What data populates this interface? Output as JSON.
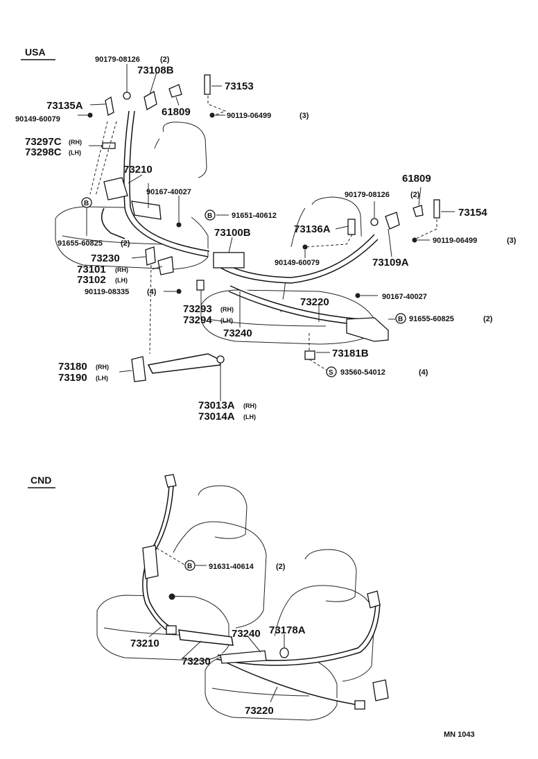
{
  "sections": {
    "usa": "USA",
    "cnd": "CND"
  },
  "labels": {
    "p90179_top": "90179-08126",
    "p90179_top_qty": "(2)",
    "p73108b": "73108B",
    "p73153": "73153",
    "p73135a": "73135A",
    "p90149_left": "90149-60079",
    "p61809_left": "61809",
    "p90119_top": "90119-06499",
    "p90119_top_qty": "(3)",
    "p73297c": "73297C",
    "p73298c": "73298C",
    "rh": "(RH)",
    "lh": "(LH)",
    "p73210": "73210",
    "p90167_left": "90167-40027",
    "p61809_right": "61809",
    "p90179_right": "90179-08126",
    "p90179_right_qty": "(2)",
    "p73154": "73154",
    "p91651": "91651-40612",
    "p73100b": "73100B",
    "p73136a": "73136A",
    "p90119_right": "90119-06499",
    "p90119_right_qty": "(3)",
    "p91655_left": "91655-60825",
    "p91655_left_qty": "(2)",
    "p90149_right": "90149-60079",
    "p73109a": "73109A",
    "p73230": "73230",
    "p73101": "73101",
    "p73102": "73102",
    "p90119_08335": "90119-08335",
    "p90119_08335_qty": "(4)",
    "p90167_right": "90167-40027",
    "p73293": "73293",
    "p73294": "73294",
    "p73220": "73220",
    "p91655_right": "91655-60825",
    "p91655_right_qty": "(2)",
    "p73240": "73240",
    "p73181b": "73181B",
    "p73180": "73180",
    "p73190": "73190",
    "p93560": "93560-54012",
    "p93560_qty": "(4)",
    "p73013a": "73013A",
    "p73014a": "73014A",
    "p91631": "91631-40614",
    "p91631_qty": "(2)",
    "c_73240": "73240",
    "c_73178a": "73178A",
    "c_73210": "73210",
    "c_73230": "73230",
    "c_73220": "73220",
    "mark_b": "B",
    "mark_s": "S"
  },
  "footer": {
    "code": "MN  1043"
  }
}
